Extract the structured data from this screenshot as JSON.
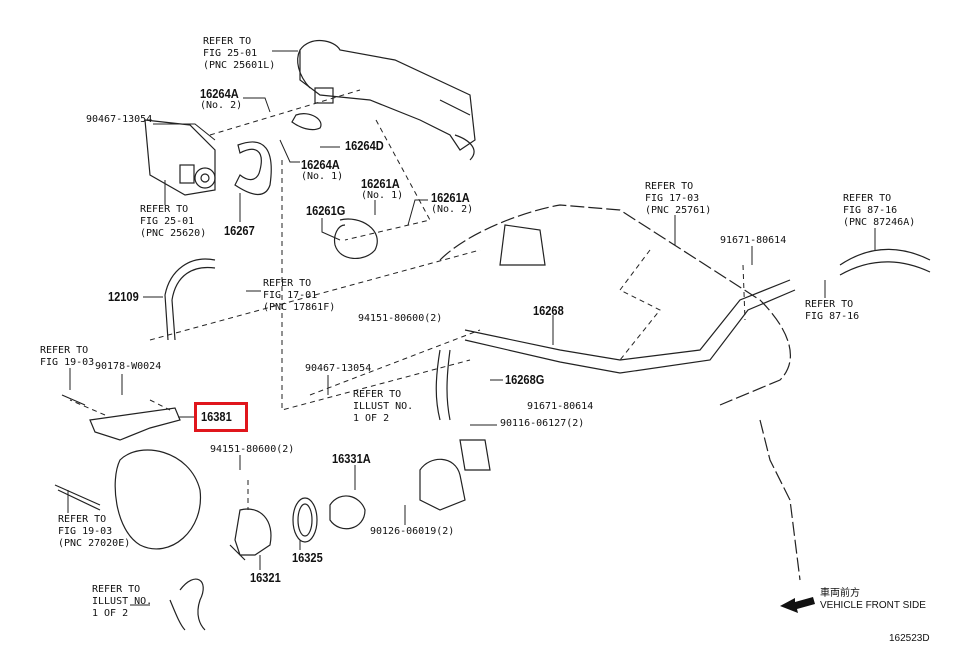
{
  "diagram": {
    "labels": [
      "REFER TO\nFIG 25-01\n(PNC 25601L)",
      "90467-13054",
      "REFER TO\nFIG 25-01\n(PNC 25620)",
      "REFER TO\nFIG 17-03\n(PNC 25761)",
      "REFER TO\nFIG 87-16\n(PNC 87246A)",
      "91671-80614",
      "REFER TO\nFIG 17-01\n(PNC 17861F)",
      "REFER TO\nFIG 87-16",
      "94151-80600(2)",
      "REFER TO\nFIG 19-03",
      "90178-W0024",
      "90467-13054",
      "REFER TO\nILLUST NO.\n1 OF 2",
      "91671-80614",
      "90116-06127(2)",
      "94151-80600(2)",
      "REFER TO\nFIG 19-03\n(PNC 27020E)",
      "90126-06019(2)",
      "REFER TO\nILLUST NO.\n1 OF 2"
    ],
    "parts": [
      "16264A",
      "16264D",
      "16264A",
      "16267",
      "16261A",
      "16261A",
      "16261G",
      "12109",
      "16268",
      "16268G",
      "16381",
      "16331A",
      "16325",
      "16321"
    ],
    "subs": [
      "(No. 2)",
      "(No. 1)",
      "(No. 1)",
      "(No. 2)"
    ],
    "highlighted_part": "16381",
    "highlight_color": "#e0161c",
    "direction": "車両前方\nVEHICLE FRONT SIDE",
    "figure_code": "162523D"
  }
}
